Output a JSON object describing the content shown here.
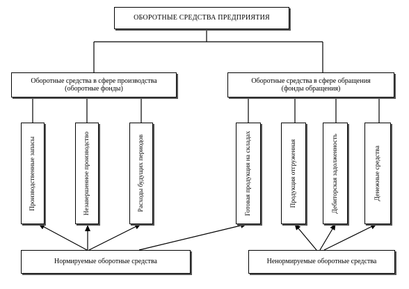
{
  "diagram": {
    "title": "ОБОРОТНЫЕ СРЕДСТВА ПРЕДПРИЯТИЯ",
    "production_group": {
      "line1": "Оборотные средства в сфере производства",
      "line2": "(оборотные фонды)"
    },
    "circulation_group": {
      "line1": "Оборотные средства в сфере обращения",
      "line2": "(фонды обращения)"
    },
    "items": [
      "Производственные запасы",
      "Незавершенное производство",
      "Расходы будущих периодов",
      "Готовая продукция на складах",
      "Продукция отгруженная",
      "Дебиторская задолженность",
      "Денежные средства"
    ],
    "normalized": "Нормируемые оборотные средства",
    "non_normalized": "Ненормируемые оборотные средства"
  }
}
